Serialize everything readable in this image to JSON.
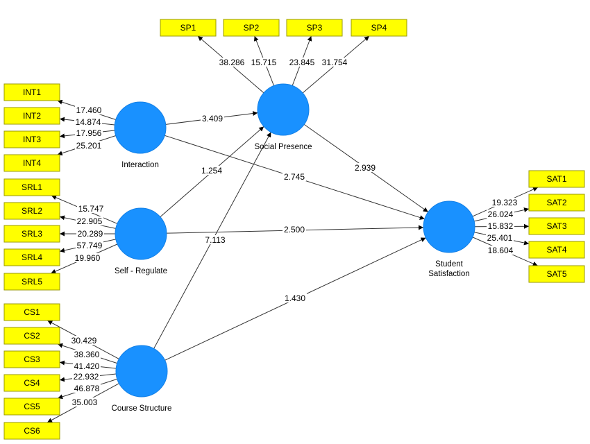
{
  "colors": {
    "construct_fill": "#1991FF",
    "indicator_fill": "#FFFF00",
    "indicator_border": "#999900",
    "line": "#333333"
  },
  "constructs": [
    {
      "id": "social_presence",
      "label": "Social Presence"
    },
    {
      "id": "interaction",
      "label": "Interaction"
    },
    {
      "id": "self_regulate",
      "label": "Self - Regulate"
    },
    {
      "id": "course_structure",
      "label": "Course Structure"
    },
    {
      "id": "student_satisfaction",
      "label": "Student Satisfaction",
      "label_lines": [
        "Student",
        "Satisfaction"
      ]
    }
  ],
  "indicators": {
    "social_presence": [
      {
        "label": "SP1",
        "weight": "38.286"
      },
      {
        "label": "SP2",
        "weight": "15.715"
      },
      {
        "label": "SP3",
        "weight": "23.845"
      },
      {
        "label": "SP4",
        "weight": "31.754"
      }
    ],
    "interaction": [
      {
        "label": "INT1",
        "weight": "17.460"
      },
      {
        "label": "INT2",
        "weight": "14.874"
      },
      {
        "label": "INT3",
        "weight": "17.956"
      },
      {
        "label": "INT4",
        "weight": "25.201"
      }
    ],
    "self_regulate": [
      {
        "label": "SRL1",
        "weight": "15.747"
      },
      {
        "label": "SRL2",
        "weight": "22.905"
      },
      {
        "label": "SRL3",
        "weight": "20.289"
      },
      {
        "label": "SRL4",
        "weight": "57.749"
      },
      {
        "label": "SRL5",
        "weight": "19.960"
      }
    ],
    "course_structure": [
      {
        "label": "CS1",
        "weight": "30.429"
      },
      {
        "label": "CS2",
        "weight": "38.360"
      },
      {
        "label": "CS3",
        "weight": "41.420"
      },
      {
        "label": "CS4",
        "weight": "22.932"
      },
      {
        "label": "CS5",
        "weight": "46.878"
      },
      {
        "label": "CS6",
        "weight": "35.003"
      }
    ],
    "student_satisfaction": [
      {
        "label": "SAT1",
        "weight": "19.323"
      },
      {
        "label": "SAT2",
        "weight": "26.024"
      },
      {
        "label": "SAT3",
        "weight": "15.832"
      },
      {
        "label": "SAT4",
        "weight": "25.401"
      },
      {
        "label": "SAT5",
        "weight": "18.604"
      }
    ]
  },
  "paths": [
    {
      "from": "interaction",
      "to": "social_presence",
      "value": "3.409"
    },
    {
      "from": "interaction",
      "to": "student_satisfaction",
      "value": "2.745"
    },
    {
      "from": "self_regulate",
      "to": "social_presence",
      "value": "1.254"
    },
    {
      "from": "self_regulate",
      "to": "student_satisfaction",
      "value": "2.500"
    },
    {
      "from": "course_structure",
      "to": "social_presence",
      "value": "7.113"
    },
    {
      "from": "course_structure",
      "to": "student_satisfaction",
      "value": "1.430"
    },
    {
      "from": "social_presence",
      "to": "student_satisfaction",
      "value": "2.939"
    }
  ]
}
